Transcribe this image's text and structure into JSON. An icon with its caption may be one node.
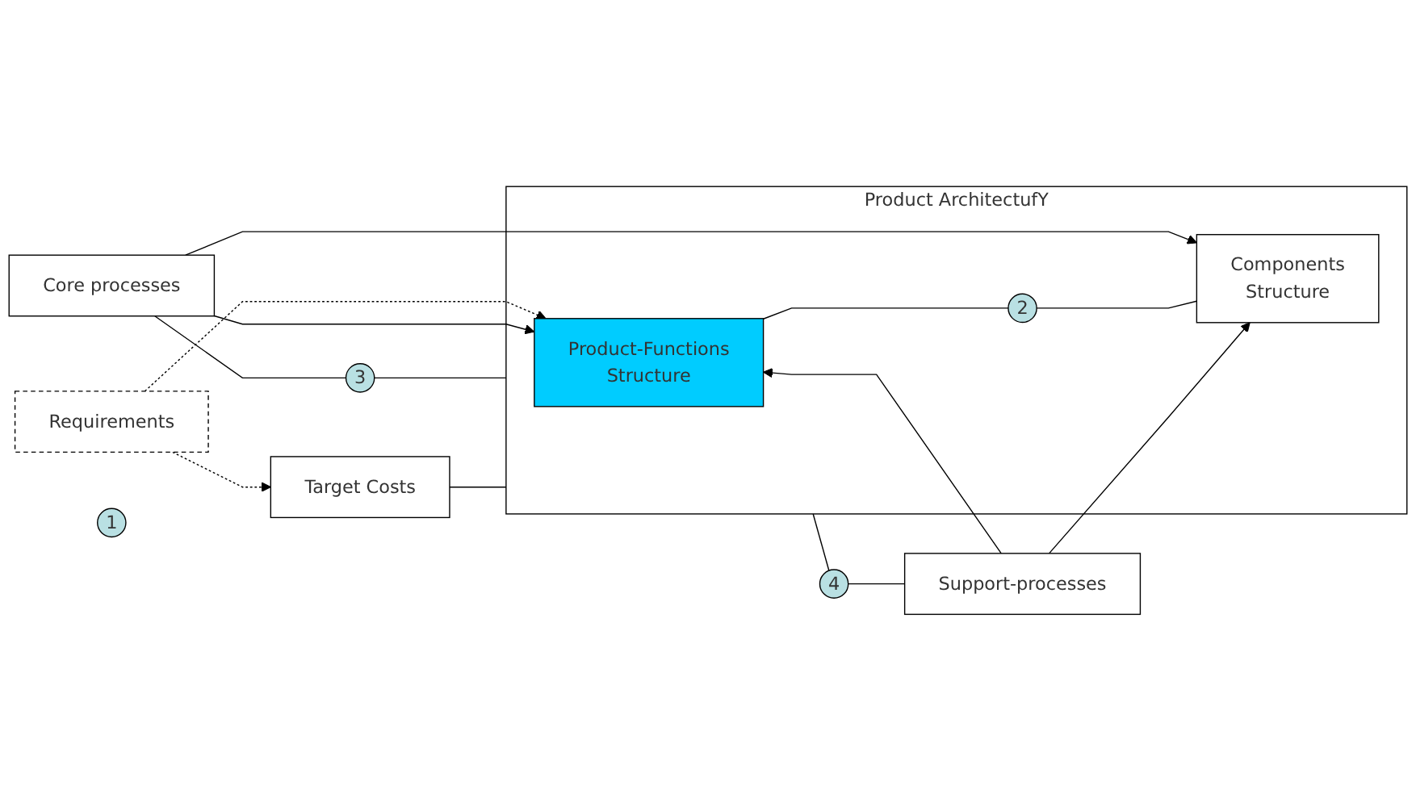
{
  "diagram": {
    "nodes": [
      {
        "text": [
          "Requirements"
        ]
      },
      {
        "text": [
          "Core processes"
        ]
      },
      {
        "text": [
          "3"
        ]
      },
      {
        "text": [
          "Target Costs"
        ]
      },
      {
        "text": [
          "Product ArchitectufY"
        ]
      },
      {
        "text": [
          "Product-Functions",
          "Structure"
        ],
        "in": 4
      },
      {
        "text": [
          "2"
        ],
        "in": 4
      },
      {
        "text": [
          "Components",
          "Structure"
        ],
        "in": 4
      },
      {
        "text": [
          "1"
        ]
      },
      {
        "text": [
          "4"
        ]
      },
      {
        "text": [
          "Support-processes"
        ]
      }
    ],
    "edges": [
      {
        "from": 0,
        "to": 3,
        "arrow": "to",
        "style": "dashed"
      },
      {
        "from": 0,
        "to": 5,
        "arrow": "to",
        "style": "dashed"
      },
      {
        "from": 1,
        "to": 5,
        "arrow": "to"
      },
      {
        "from": 1,
        "to": 7,
        "arrow": "to"
      },
      {
        "from": 1,
        "to": 2,
        "arrow": "none"
      },
      {
        "from": 2,
        "to": 4,
        "arrow": "none"
      },
      {
        "from": 3,
        "to": 4,
        "arrow": "none"
      },
      {
        "from": 5,
        "to": 6,
        "arrow": "none"
      },
      {
        "from": 6,
        "to": 7,
        "arrow": "none"
      },
      {
        "from": 4,
        "to": 9,
        "arrow": "none"
      },
      {
        "from": 9,
        "to": 10,
        "arrow": "none"
      },
      {
        "from": 10,
        "to": 5,
        "arrow": "to"
      },
      {
        "from": 10,
        "to": 7,
        "arrow": "to"
      }
    ]
  }
}
